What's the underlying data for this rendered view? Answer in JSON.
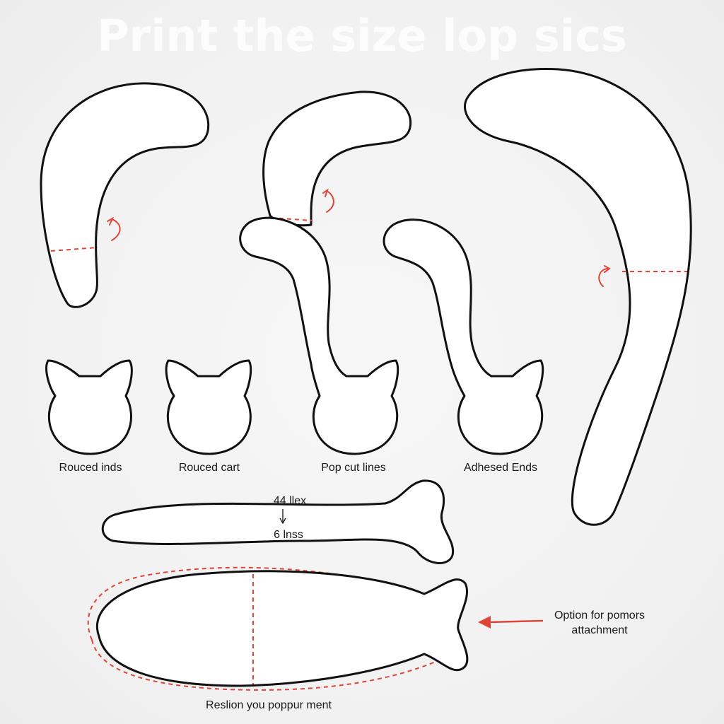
{
  "title": "Print the size lop sics",
  "labels": {
    "rouced_inds": "Rouced inds",
    "rouced_cart": "Rouced cart",
    "pop_cut_lines": "Pop cut lines",
    "adhesed_ends": "Adhesed Ends",
    "measure_top": "44 llex",
    "measure_bottom": "6 lnss",
    "option_line1": "Option for pomors",
    "option_line2": "attachment",
    "bottom_caption": "Reslion you poppur ment"
  },
  "colors": {
    "outline": "#111111",
    "cut_line": "#e0453a",
    "piece_fill": "#ffffff"
  }
}
